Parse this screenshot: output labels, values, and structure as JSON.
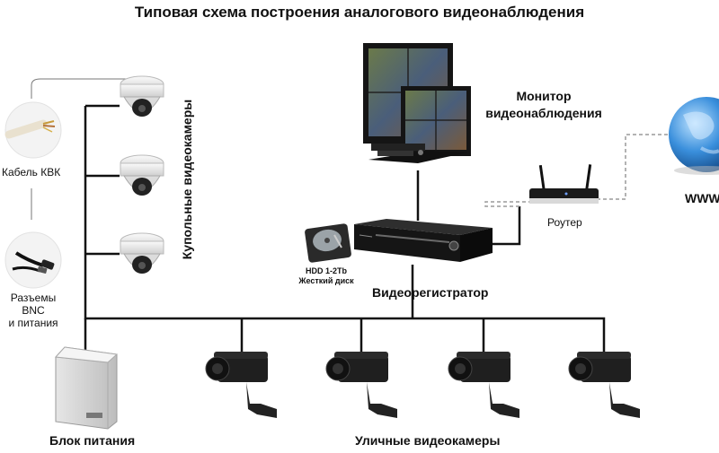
{
  "title": "Типовая схема построения аналогового видеонаблюдения",
  "labels": {
    "cable": "Кабель КВК",
    "bnc_line1": "Разъемы BNC",
    "bnc_line2": "и питания",
    "dome_cameras": "Купольные видеокамеры",
    "monitor_line1": "Монитор",
    "monitor_line2": "видеонаблюдения",
    "router": "Роутер",
    "www": "WWW",
    "hdd_line1": "HDD 1-2Tb",
    "hdd_line2": "Жесткий диск",
    "dvr": "Видеорегистратор",
    "power": "Блок питания",
    "street_cameras": "Уличные видеокамеры"
  },
  "colors": {
    "line": "#111111",
    "dashed": "#9a9a9a",
    "globe": "#2f86d6",
    "device_dark": "#1c1c1c",
    "camera_white": "#ececec"
  }
}
